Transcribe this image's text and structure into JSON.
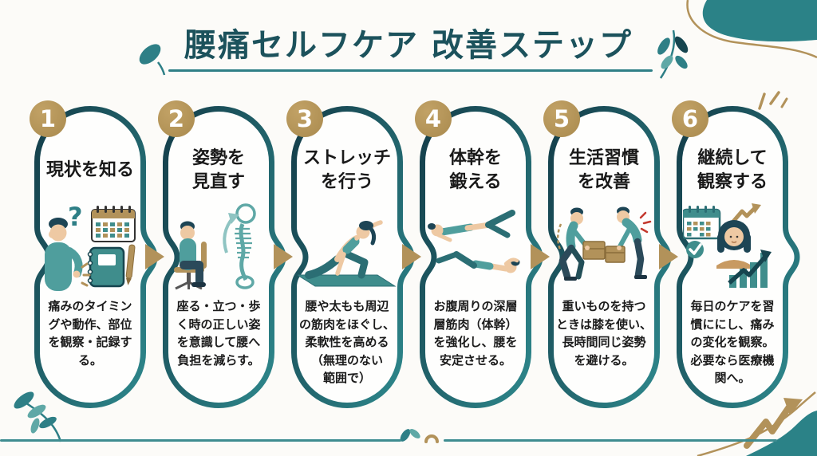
{
  "title": "腰痛セルフケア 改善ステップ",
  "steps": [
    {
      "number": "1",
      "title": "現状を知る",
      "description": "痛みのタイミン\nグや動作、部位\nを観察・記録す\nる。",
      "illustration": "person-holding-back-with-question-calendar-notebook"
    },
    {
      "number": "2",
      "title": "姿勢を\n見直す",
      "description": "座る・立つ・歩\nく時の正しい姿\nを意識して腰へ\n負担を減らす。",
      "illustration": "seated-posture-and-spine"
    },
    {
      "number": "3",
      "title": "ストレッチ\nを行う",
      "description": "腰や太もも周辺\nの筋肉をほぐし、\n柔軟性を高める\n（無理のない\n範囲で）",
      "illustration": "woman-stretching-on-yoga-mat"
    },
    {
      "number": "4",
      "title": "体幹を\n鍛える",
      "description": "お腹周りの深層\n層筋肉（体幹）\nを強化し、腰を\n安定させる。",
      "illustration": "plank-and-crunch-exercises"
    },
    {
      "number": "5",
      "title": "生活習慣\nを改善",
      "description": "重いものを持つ\nときは膝を使い、\n長時間同じ姿勢\nを避ける。",
      "illustration": "two-men-lifting-boxes-good-vs-bad"
    },
    {
      "number": "6",
      "title": "継続して\n観察する",
      "description": "毎日のケアを習\n慣ににし、痛み\nの変化を観察。\n必要なら医療機\n関へ。",
      "illustration": "calendar-woman-growth-chart-checkmark"
    }
  ],
  "colors": {
    "background": "#fcfbf8",
    "title_teal": "#1c525c",
    "capsule_border_dark": "#143d49",
    "capsule_border_light": "#2f8b8f",
    "gold_accent": "#b2925a",
    "teal_accent": "#3f8d8c",
    "text": "#1b1b1b",
    "pain_red": "#c4392e"
  },
  "icons": {
    "step_connector": "arrow-right-icon",
    "decorations": [
      "leaf-icon",
      "leaf-sprig-icon",
      "corner-blob-icon",
      "zigzag-growth-arrow-icon",
      "sparkle-icon"
    ]
  }
}
